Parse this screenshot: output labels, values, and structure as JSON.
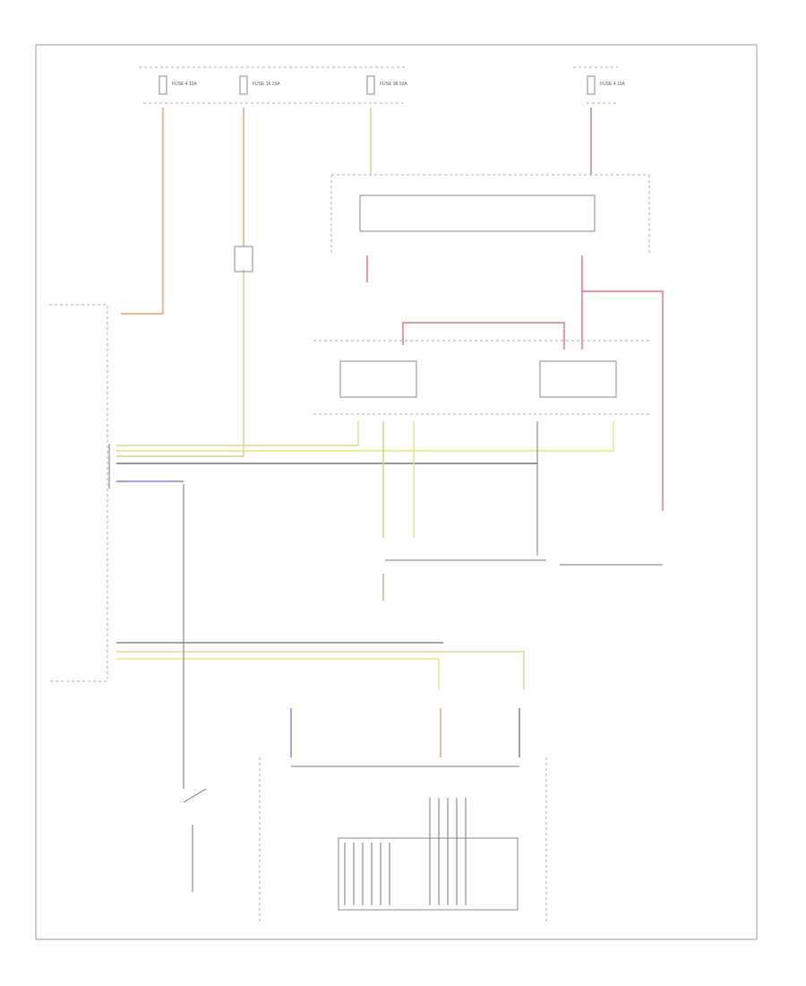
{
  "diagram": {
    "fuse_labels": [
      "FUSE 4 10A",
      "FUSE 16 15A",
      "FUSE 38 10A",
      "FUSE 4 10A"
    ],
    "footer_code": "",
    "colors": {
      "orange": "#e8a070",
      "yellow_green": "#c8d870",
      "violet": "#b070e0",
      "red": "#e07080",
      "yellow": "#e6e67a",
      "blue": "#8080e0",
      "black": "#777777"
    }
  }
}
